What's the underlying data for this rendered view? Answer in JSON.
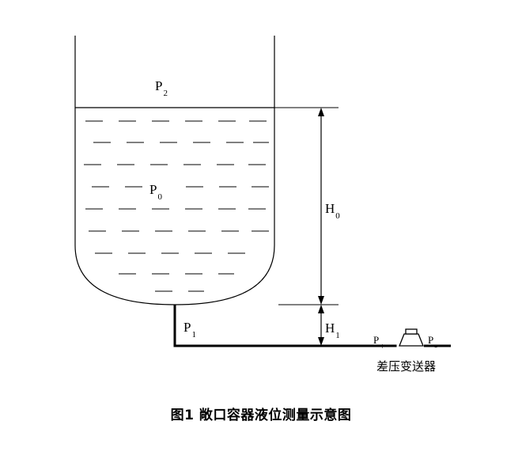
{
  "figure": {
    "caption": "图1  敞口容器液位测量示意图",
    "labels": {
      "p2": {
        "text": "P",
        "sub": "2"
      },
      "p0": {
        "text": "P",
        "sub": "0"
      },
      "p1": {
        "text": "P",
        "sub": "1"
      },
      "h0": {
        "text": "H",
        "sub": "0"
      },
      "h1": {
        "text": "H",
        "sub": "1"
      },
      "p_plus": {
        "text": "P",
        "sub": "+"
      },
      "p_minus": {
        "text": "P",
        "sub": "-"
      },
      "transmitter": "差压变送器"
    },
    "colors": {
      "stroke": "#000000",
      "background": "#ffffff",
      "pipe": "#000000"
    }
  }
}
